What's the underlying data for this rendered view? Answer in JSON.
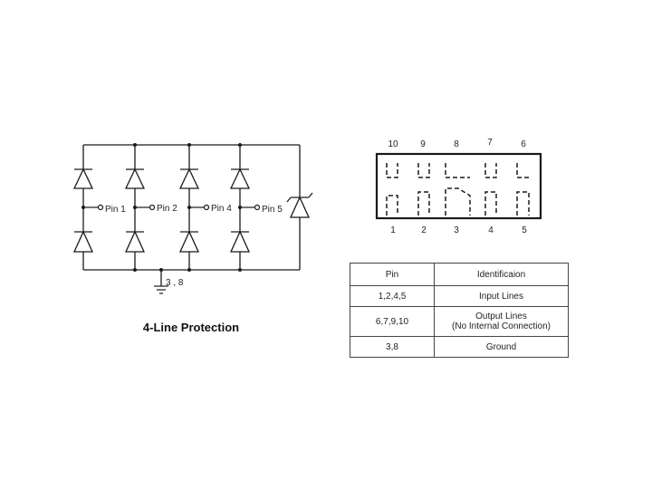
{
  "circuit": {
    "pins": [
      {
        "label": "Pin 1"
      },
      {
        "label": "Pin 2"
      },
      {
        "label": "Pin 4"
      },
      {
        "label": "Pin 5"
      }
    ],
    "ground_label": "3 , 8",
    "title": "4-Line Protection"
  },
  "package": {
    "top_pins": [
      "10",
      "9",
      "8",
      "7",
      "6"
    ],
    "bottom_pins": [
      "1",
      "2",
      "3",
      "4",
      "5"
    ]
  },
  "table": {
    "headers": [
      "Pin",
      "Identificaion"
    ],
    "rows": [
      {
        "pin": "1,2,4,5",
        "id_line1": "Input Lines",
        "id_line2": ""
      },
      {
        "pin": "6,7,9,10",
        "id_line1": "Output Lines",
        "id_line2": "(No Internal Connection)"
      },
      {
        "pin": "3,8",
        "id_line1": "Ground",
        "id_line2": ""
      }
    ]
  }
}
